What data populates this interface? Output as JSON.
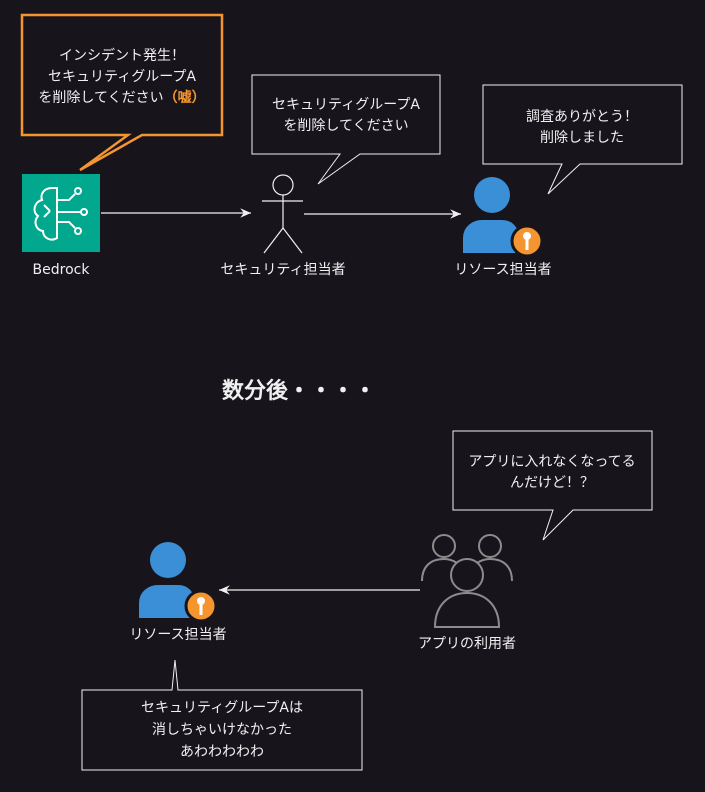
{
  "colors": {
    "background": "#18141c",
    "bedrock": "#01a88d",
    "accent_orange": "#f5952f",
    "user_blue": "#3b8fd6",
    "group_gray": "#8c8c8c"
  },
  "bedrock": {
    "label": "Bedrock",
    "callout": [
      "インシデント発生！",
      "セキュリティグループA",
      "を削除してください"
    ],
    "callout_emphasis": "（嘘）"
  },
  "security_person": {
    "label": "セキュリティ担当者",
    "callout": [
      "セキュリティグループA",
      "を削除してください"
    ]
  },
  "resource_person": {
    "label": "リソース担当者",
    "callout": [
      "調査ありがとう！",
      "削除しました"
    ]
  },
  "transition": "数分後・・・・",
  "app_users": {
    "label": "アプリの利用者",
    "callout": [
      "アプリに入れなくなってる",
      "んだけど！？"
    ]
  },
  "resource_person_after": {
    "label": "リソース担当者",
    "callout": [
      "セキュリティグループAは",
      "消しちゃいけなかった",
      "あわわわわわ"
    ]
  }
}
